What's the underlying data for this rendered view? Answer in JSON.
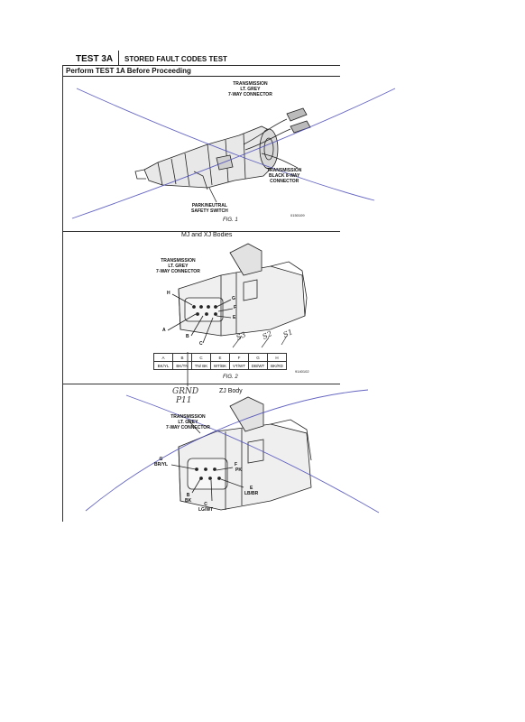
{
  "header": {
    "test_id": "TEST 3A",
    "title": "STORED FAULT CODES TEST",
    "subtitle": "Perform TEST 1A Before Proceeding"
  },
  "fig1": {
    "label_grey_connector": [
      "TRANSMISSION",
      "LT. GREY",
      "7-WAY CONNECTOR"
    ],
    "label_black_connector": [
      "TRANSMISSION",
      "BLACK 8-WAY",
      "CONNECTOR"
    ],
    "label_switch": [
      "PARK/NEUTRAL",
      "SAFETY SWITCH"
    ],
    "caption": "FIG. 1",
    "code": "0150109"
  },
  "fig2": {
    "section_title": "MJ and XJ Bodies",
    "connector_label": [
      "TRANSMISSION",
      "LT. GREY",
      "7-WAY CONNECTOR"
    ],
    "pin_letters": [
      "H",
      "G",
      "F",
      "E",
      "A",
      "B",
      "C"
    ],
    "handwritten": [
      "S3",
      "S2",
      "S1"
    ],
    "table_headers": [
      "A",
      "B",
      "C",
      "E",
      "F",
      "G",
      "H"
    ],
    "table_values": [
      "BK/YL",
      "BK/TN",
      "TN/ BK",
      "WT/BK",
      "VT/WT",
      "DB/WT",
      "BK/RD"
    ],
    "caption": "FIG. 2",
    "code": "9140102"
  },
  "fig3": {
    "section_title": "ZJ Body",
    "handwritten_note": [
      "GRND",
      "P11"
    ],
    "connector_label": [
      "TRANSMISSION",
      "LT. GREY",
      "7-WAY CONNECTOR"
    ],
    "pins": {
      "g": [
        "G",
        "BR/YL"
      ],
      "f": [
        "F",
        "PK"
      ],
      "e": [
        "E",
        "LB/BR"
      ],
      "b": [
        "B",
        "BK"
      ],
      "c": [
        "C",
        "LG/WT"
      ]
    }
  }
}
